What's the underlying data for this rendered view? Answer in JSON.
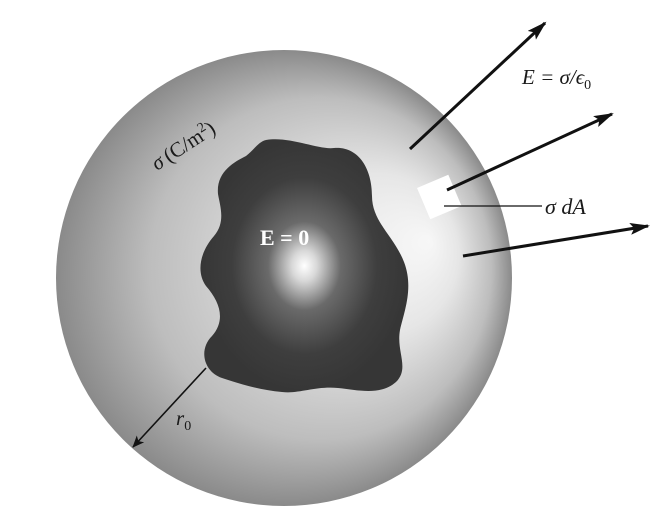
{
  "labels": {
    "field_outside": "E = σ/ϵ",
    "field_outside_sub": "0",
    "surface_charge_sigma": "σ",
    "surface_charge_units": "(C/m",
    "surface_charge_units_sup": "2",
    "surface_charge_units_close": ")",
    "field_inside": "E = 0",
    "charge_element": "σ dA",
    "radius": "r",
    "radius_sub": "0"
  },
  "colors": {
    "conductor_rim": "#6e6e6e",
    "conductor_mid": "#b8b8b8",
    "conductor_inner": "#f2f2f2",
    "cavity": "#3a3a3a",
    "cavity_glow": "#ffffff",
    "arrows": "#111111",
    "charge_patch": "#ffffff"
  }
}
